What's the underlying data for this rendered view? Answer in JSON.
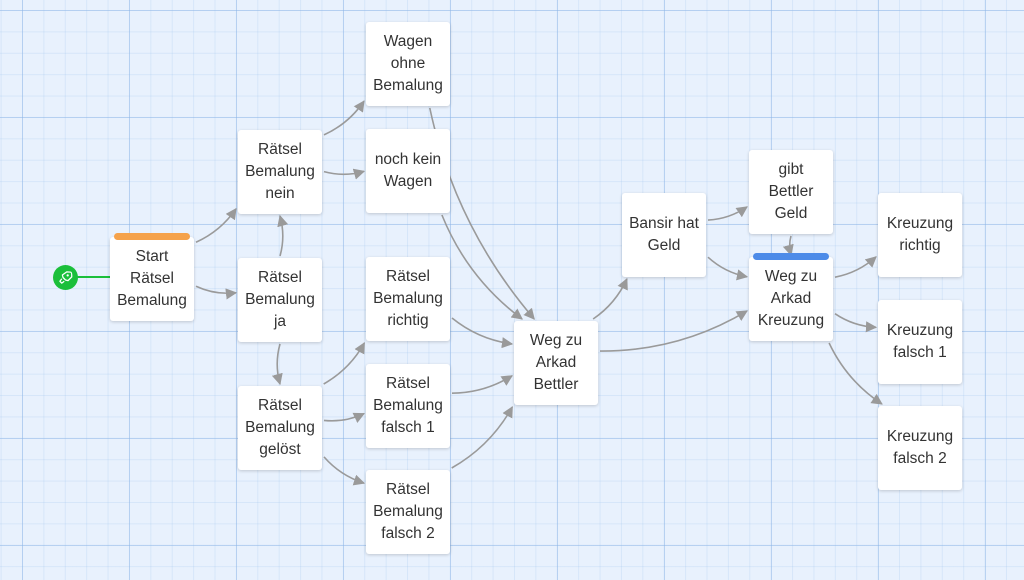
{
  "colors": {
    "edge": "#9a9a9a",
    "start_icon": "#1bbf3a",
    "tag_orange": "#f5a24b",
    "tag_blue": "#4d8be8"
  },
  "start_icon": "rocket-icon",
  "passages": [
    {
      "id": "start",
      "text": "Start\nRätsel\nBemalung",
      "tag": "tag_orange"
    },
    {
      "id": "nein",
      "text": "Rätsel\nBemalung\nnein"
    },
    {
      "id": "ja",
      "text": "Rätsel\nBemalung\nja"
    },
    {
      "id": "geloest",
      "text": "Rätsel\nBemalung\ngelöst"
    },
    {
      "id": "wagen-ohne",
      "text": "Wagen\nohne\nBemalung"
    },
    {
      "id": "noch-kein",
      "text": "noch kein\nWagen"
    },
    {
      "id": "richtig",
      "text": "Rätsel\nBemalung\nrichtig"
    },
    {
      "id": "falsch1",
      "text": "Rätsel\nBemalung\nfalsch 1"
    },
    {
      "id": "falsch2",
      "text": "Rätsel\nBemalung\nfalsch 2"
    },
    {
      "id": "bettler",
      "text": "Weg zu\nArkad\nBettler"
    },
    {
      "id": "bansir",
      "text": "Bansir hat\nGeld"
    },
    {
      "id": "gibt",
      "text": "gibt\nBettler\nGeld"
    },
    {
      "id": "kreuzung",
      "text": "Weg zu\nArkad\nKreuzung",
      "tag": "tag_blue"
    },
    {
      "id": "k-richtig",
      "text": "Kreuzung\nrichtig"
    },
    {
      "id": "k-falsch1",
      "text": "Kreuzung\nfalsch 1"
    },
    {
      "id": "k-falsch2",
      "text": "Kreuzung\nfalsch 2"
    }
  ],
  "links": [
    [
      "start",
      "nein"
    ],
    [
      "start",
      "ja"
    ],
    [
      "nein",
      "wagen-ohne"
    ],
    [
      "nein",
      "noch-kein"
    ],
    [
      "ja",
      "nein"
    ],
    [
      "ja",
      "geloest"
    ],
    [
      "geloest",
      "richtig"
    ],
    [
      "geloest",
      "falsch1"
    ],
    [
      "geloest",
      "falsch2"
    ],
    [
      "wagen-ohne",
      "bettler"
    ],
    [
      "noch-kein",
      "bettler"
    ],
    [
      "richtig",
      "bettler"
    ],
    [
      "falsch1",
      "bettler"
    ],
    [
      "falsch2",
      "bettler"
    ],
    [
      "bettler",
      "bansir"
    ],
    [
      "bettler",
      "kreuzung"
    ],
    [
      "bansir",
      "gibt"
    ],
    [
      "bansir",
      "kreuzung"
    ],
    [
      "gibt",
      "kreuzung"
    ],
    [
      "kreuzung",
      "k-richtig"
    ],
    [
      "kreuzung",
      "k-falsch1"
    ],
    [
      "kreuzung",
      "k-falsch2"
    ]
  ]
}
